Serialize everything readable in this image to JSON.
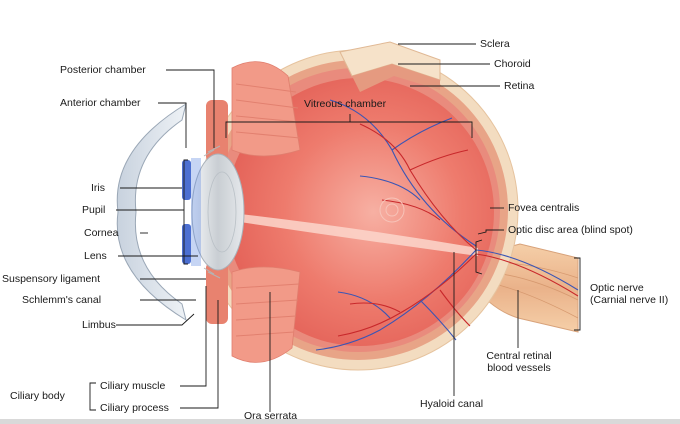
{
  "labels": {
    "sclera": "Sclera",
    "choroid": "Choroid",
    "retina": "Retina",
    "posterior_chamber": "Posterior chamber",
    "anterior_chamber": "Anterior chamber",
    "vitreous_chamber": "Vitreous chamber",
    "iris": "Iris",
    "pupil": "Pupil",
    "cornea": "Cornea",
    "lens": "Lens",
    "suspensory_ligament": "Suspensory ligament",
    "schlemms_canal": "Schlemm's canal",
    "limbus": "Limbus",
    "ciliary_body": "Ciliary body",
    "ciliary_muscle": "Ciliary muscle",
    "ciliary_process": "Ciliary process",
    "ora_serrata": "Ora serrata",
    "hyaloid_canal": "Hyaloid canal",
    "central_retinal_blood_vessels": "Central retinal blood vessels",
    "fovea_centralis": "Fovea centralis",
    "optic_disc_area": "Optic disc area (blind spot)",
    "optic_nerve": "Optic nerve (Carnial nerve II)"
  },
  "colors": {
    "sclera": "#f3dcc0",
    "choroid": "#e8a487",
    "retina": "#e98b7d",
    "vitreous": "#ec6f63",
    "ciliary": "#f1907f",
    "lens": "#d9dde0",
    "iris": "#4c6fd1",
    "cornea": "#dfe6ee",
    "artery": "#c8282b",
    "vein": "#3a55b5",
    "leader": "#1a1a1a"
  }
}
